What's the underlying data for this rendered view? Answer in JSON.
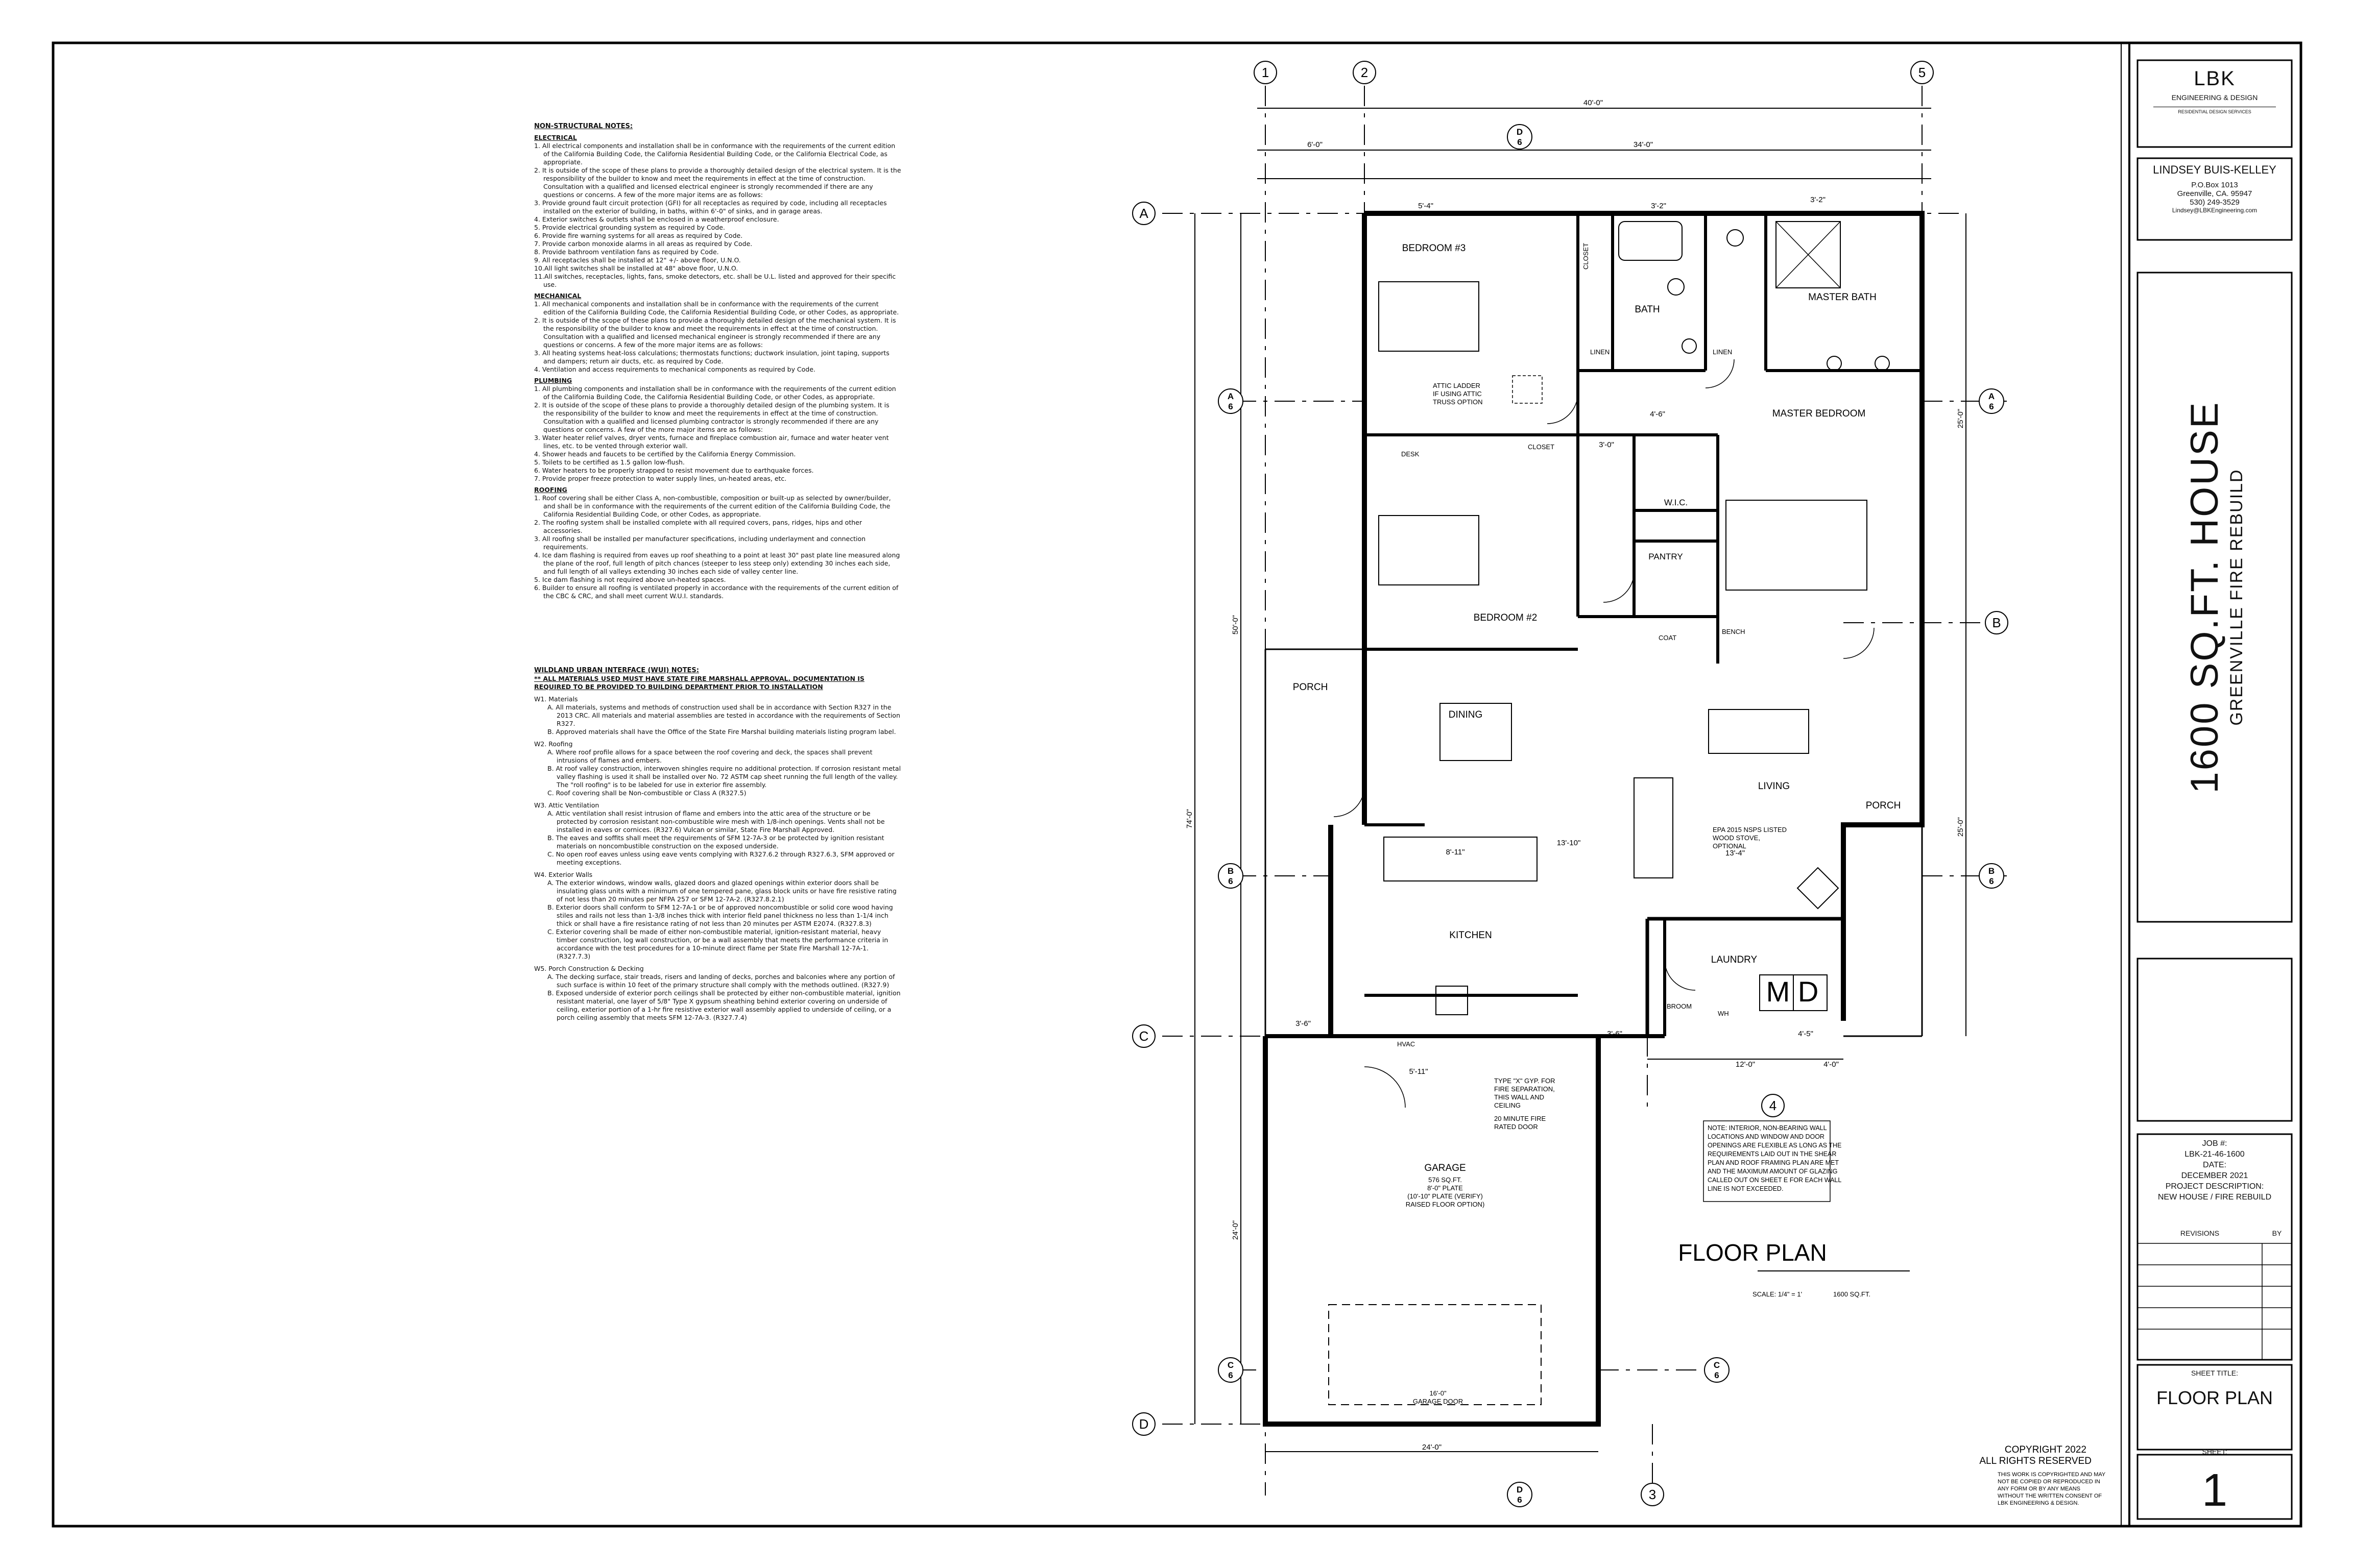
{
  "title_block": {
    "firm": "LBK",
    "firm_sub": "ENGINEERING & DESIGN",
    "firm_sub2": "RESIDENTIAL DESIGN SERVICES",
    "designer": "LINDSEY BUIS-KELLEY",
    "address1": "P.O.Box 1013",
    "address2": "Greenville, CA. 95947",
    "phone": "530) 249-3529",
    "email": "Lindsey@LBKEngineering.com",
    "project_title": "1600 SQ.FT. HOUSE",
    "project_sub": "GREENVILLE FIRE REBUILD",
    "job_label": "JOB #:",
    "job_number": "LBK-21-46-1600",
    "date_label": "DATE:",
    "date": "DECEMBER 2021",
    "desc_label": "PROJECT DESCRIPTION:",
    "desc": "NEW HOUSE / FIRE REBUILD",
    "revisions_label": "REVISIONS",
    "by_label": "BY",
    "sheet_title_label": "SHEET TITLE:",
    "sheet_title": "FLOOR PLAN",
    "sheet_label": "SHEET:",
    "sheet_number": "1"
  },
  "notes": {
    "heading": "NON-STRUCTURAL NOTES:",
    "sections": [
      {
        "title": "ELECTRICAL",
        "items": [
          "1. All electrical components and installation shall be in conformance with the requirements of the current edition of the California Building Code, the California Residential Building Code, or the California Electrical Code, as appropriate.",
          "2. It is outside of the scope of these plans to provide a thoroughly detailed design of the electrical system. It is the responsibility of the builder to know and meet the requirements in effect at the time of construction. Consultation with a qualified and licensed electrical engineer is strongly recommended if there are any questions or concerns. A few of the more major items are as follows:",
          "3. Provide ground fault circuit protection (GFI) for all receptacles as required by code, including all receptacles installed on the exterior of building, in baths, within 6'-0\" of sinks, and in garage areas.",
          "4. Exterior switches & outlets shall be enclosed in a weatherproof enclosure.",
          "5. Provide electrical grounding system as required by Code.",
          "6. Provide fire warning systems for all areas as required by Code.",
          "7. Provide carbon monoxide alarms in all areas as required by Code.",
          "8. Provide bathroom ventilation fans as required by Code.",
          "9. All receptacles shall be installed at 12\" +/- above floor, U.N.O.",
          "10.All light switches shall be installed at 48\" above floor, U.N.O.",
          "11.All switches, receptacles, lights, fans, smoke detectors, etc. shall be U.L. listed and approved for their specific use."
        ]
      },
      {
        "title": "MECHANICAL",
        "items": [
          "1. All mechanical components and installation shall be in conformance with the requirements of the current edition of the California Building Code, the California Residential Building Code, or other Codes, as appropriate.",
          "2. It is outside of the scope of these plans to provide a thoroughly detailed design of the mechanical system. It is the responsibility of the builder to know and meet the requirements in effect at the time of construction. Consultation with a qualified and licensed mechanical engineer is strongly recommended if there are any questions or concerns. A few of the more major items are as follows:",
          "3. All heating systems heat-loss calculations; thermostats functions; ductwork insulation, joint taping, supports and dampers; return air ducts, etc. as required by Code.",
          "4. Ventilation and access requirements to mechanical components as required by Code."
        ]
      },
      {
        "title": "PLUMBING",
        "items": [
          "1. All plumbing components and installation shall be in conformance with the requirements of the current edition of the California Building Code, the California Residential Building Code, or other Codes, as appropriate.",
          "2. It is outside of the scope of these plans to provide a thoroughly detailed design of the plumbing system. It is the responsibility of the builder to know and meet the requirements in effect at the time of construction. Consultation with a qualified and licensed plumbing contractor is strongly recommended if there are any questions or concerns. A few of the more major items are as follows:",
          "3. Water heater relief valves, dryer vents, furnace and fireplace combustion air, furnace and water heater vent lines, etc. to be vented through exterior wall.",
          "4. Shower heads and faucets to be certified by the California Energy Commission.",
          "5. Toilets to be certified as 1.5 gallon low-flush.",
          "6. Water heaters to be properly strapped to resist movement due to earthquake forces.",
          "7. Provide proper freeze protection to water supply lines, un-heated areas, etc."
        ]
      },
      {
        "title": "ROOFING",
        "items": [
          "1. Roof covering shall be either Class A, non-combustible, composition or built-up as selected by owner/builder, and shall be in conformance with the requirements of the current edition of the California Building Code, the California Residential Building Code, or other Codes, as appropriate.",
          "2. The roofing system shall be installed complete with all required covers, pans, ridges, hips and other accessories.",
          "3. All roofing shall be installed per manufacturer specifications, including underlayment and connection requirements.",
          "4. Ice dam flashing is required from eaves up roof sheathing to a point at least 30\" past plate line measured along the plane of the roof, full length of pitch chances (steeper to less steep only) extending 30 inches each side, and full length of all valleys extending 30 inches each side of valley center line.",
          "5. Ice dam flashing is not required above un-heated spaces.",
          "6. Builder to ensure all roofing is ventilated properly in accordance with the requirements of the current edition of the CBC & CRC, and shall meet current W.U.I. standards."
        ]
      }
    ],
    "wui_heading": "WILDLAND URBAN INTERFACE (WUI) NOTES:",
    "wui_warning": "** ALL MATERIALS USED MUST HAVE STATE FIRE MARSHALL APPROVAL. DOCUMENTATION IS REQUIRED TO BE PROVIDED TO BUILDING DEPARTMENT PRIOR TO INSTALLATION",
    "wui": [
      {
        "title": "W1. Materials",
        "items": [
          "A. All materials, systems and methods of construction used shall be in accordance with Section R327 in the 2013 CRC. All materials and material assemblies are tested in accordance with the requirements of Section R327.",
          "B. Approved materials shall have the Office of the State Fire Marshal building materials listing program label."
        ]
      },
      {
        "title": "W2. Roofing",
        "items": [
          "A. Where roof profile allows for a space between the roof covering and deck, the spaces shall prevent intrusions of flames and embers.",
          "B. At roof valley construction, interwoven shingles require no additional protection. If corrosion resistant metal valley flashing is used it shall be installed over No. 72 ASTM cap sheet running the full length of the valley. The \"roll roofing\" is to be labeled for use in exterior fire assembly.",
          "C. Roof covering shall be Non-combustible or Class A (R327.5)"
        ]
      },
      {
        "title": "W3. Attic Ventilation",
        "items": [
          "A. Attic ventilation shall resist intrusion of flame and embers into the attic area of the structure or be protected by corrosion resistant non-combustible wire mesh with 1/8-inch openings. Vents shall not be installed in eaves or cornices. (R327.6) Vulcan or similar, State Fire Marshall Approved.",
          "B. The eaves and soffits shall meet the requirements of SFM 12-7A-3 or be protected by ignition resistant materials on noncombustible construction on the exposed underside.",
          "C. No open roof eaves unless using eave vents complying with R327.6.2 through R327.6.3, SFM approved or meeting exceptions."
        ]
      },
      {
        "title": "W4. Exterior Walls",
        "items": [
          "A. The exterior windows, window walls, glazed doors and glazed openings within exterior doors shall be insulating glass units with a minimum of one tempered pane, glass block units or have fire resistive rating of not less than 20 minutes per NFPA 257 or SFM 12-7A-2. (R327.8.2.1)",
          "B. Exterior doors shall conform to SFM 12-7A-1 or be of approved noncombustible or solid core wood having stiles and rails not less than 1-3/8 inches thick with interior field panel thickness no less than 1-1/4 inch thick or shall have a fire resistance rating of not less than 20 minutes per ASTM E2074. (R327.8.3)",
          "C. Exterior covering shall be made of either non-combustible material, ignition-resistant material, heavy timber construction, log wall construction, or be a wall assembly that meets the performance criteria in accordance with the test procedures for a 10-minute direct flame per State Fire Marshall 12-7A-1. (R327.7.3)"
        ]
      },
      {
        "title": "W5. Porch Construction & Decking",
        "items": [
          "A. The decking surface, stair treads, risers and landing of decks, porches and balconies where any portion of such surface is within 10 feet of the primary structure shall comply with the methods outlined. (R327.9)",
          "B. Exposed underside of exterior porch ceilings shall be protected by either non-combustible material, ignition resistant material, one layer of 5/8\" Type X gypsum sheathing behind exterior covering on underside of ceiling, exterior portion of a 1-hr fire resistive exterior wall assembly applied to underside of ceiling, or a porch ceiling assembly that meets SFM 12-7A-3. (R327.7.4)"
        ]
      }
    ]
  },
  "plan": {
    "rooms": {
      "bedroom3": "BEDROOM #3",
      "bath": "BATH",
      "master_bath": "MASTER BATH",
      "master_bedroom": "MASTER BEDROOM",
      "bedroom2": "BEDROOM #2",
      "wic": "W.I.C.",
      "pantry": "PANTRY",
      "dining": "DINING",
      "living": "LIVING",
      "kitchen": "KITCHEN",
      "laundry": "LAUNDRY",
      "porch_left": "PORCH",
      "porch_right": "PORCH",
      "garage": "GARAGE"
    },
    "labels": {
      "closet1": "CLOSET",
      "closet2": "CLOSET",
      "linen1": "LINEN",
      "linen2": "LINEN",
      "desk": "DESK",
      "coat": "COAT",
      "bench": "BENCH",
      "hvac": "HVAC",
      "broom": "BROOM",
      "wh": "WH",
      "md": "M D",
      "attic1": "ATTIC LADDER",
      "attic2": "IF USING ATTIC",
      "attic3": "TRUSS OPTION",
      "stove1": "EPA 2015 NSPS LISTED",
      "stove2": "WOOD STOVE,",
      "stove3": "OPTIONAL",
      "garage1": "576 SQ.FT.",
      "garage2": "8'-0\" PLATE",
      "garage3": "(10'-10\" PLATE (VERIFY)",
      "garage4": "RAISED FLOOR OPTION)",
      "garage_door": "16'-0\"",
      "garage_door2": "GARAGE DOOR",
      "firesep1": "TYPE \"X\" GYP. FOR",
      "firesep2": "FIRE SEPARATION,",
      "firesep3": "THIS WALL AND",
      "firesep4": "CEILING",
      "firesep5": "20 MINUTE FIRE",
      "firesep6": "RATED DOOR"
    },
    "note_lines": [
      "NOTE: INTERIOR, NON-BEARING WALL",
      "LOCATIONS AND WINDOW AND DOOR",
      "OPENINGS ARE FLEXIBLE AS LONG AS THE",
      "REQUIREMENTS LAID OUT IN THE SHEAR",
      "PLAN AND ROOF FRAMING PLAN ARE MET",
      "AND THE MAXIMUM AMOUNT OF GLAZING",
      "CALLED OUT ON SHEET E FOR EACH WALL",
      "LINE IS NOT EXCEEDED."
    ],
    "plan_title": "FLOOR PLAN",
    "scale": "SCALE: 1/4\" = 1'",
    "area": "1600 SQ.FT.",
    "copyright1": "COPYRIGHT 2022",
    "copyright2": "ALL RIGHTS RESERVED",
    "copyright_lines": [
      "THIS WORK IS COPYRIGHTED AND MAY",
      "NOT BE COPIED OR REPRODUCED IN",
      "ANY FORM OR BY ANY MEANS",
      "WITHOUT THE WRITTEN CONSENT OF",
      "LBK ENGINEERING & DESIGN."
    ],
    "grid": {
      "g1": "1",
      "g2": "2",
      "g3": "3",
      "g4": "4",
      "g5": "5",
      "gA": "A",
      "gB": "B",
      "gC": "C",
      "gD": "D"
    },
    "sections": {
      "d": "D",
      "a": "A",
      "b": "B",
      "c": "C",
      "n": "6"
    },
    "dims": {
      "overall_w": "40'-0\"",
      "d6": "6'-0\"",
      "d34": "34'-0\"",
      "d74": "74'-0\"",
      "d50": "50'-0\"",
      "d24": "24'-0\"",
      "d25a": "25'-0\"",
      "d25b": "25'-0\"",
      "d24b": "24'-0\"",
      "d12": "12'-0\"",
      "d4": "4'-0\"",
      "d54": "5'-4\"",
      "d32a": "3'-2\"",
      "d32b": "3'-2\"",
      "d36a": "3'-6\"",
      "d36b": "3'-6\"",
      "d46": "4'-6\"",
      "d45": "4'-5\"",
      "d30": "3'-0\"",
      "d511": "5'-11\"",
      "d811": "8'-11\"",
      "d1310": "13'-10\"",
      "d134": "13'-4\""
    }
  }
}
